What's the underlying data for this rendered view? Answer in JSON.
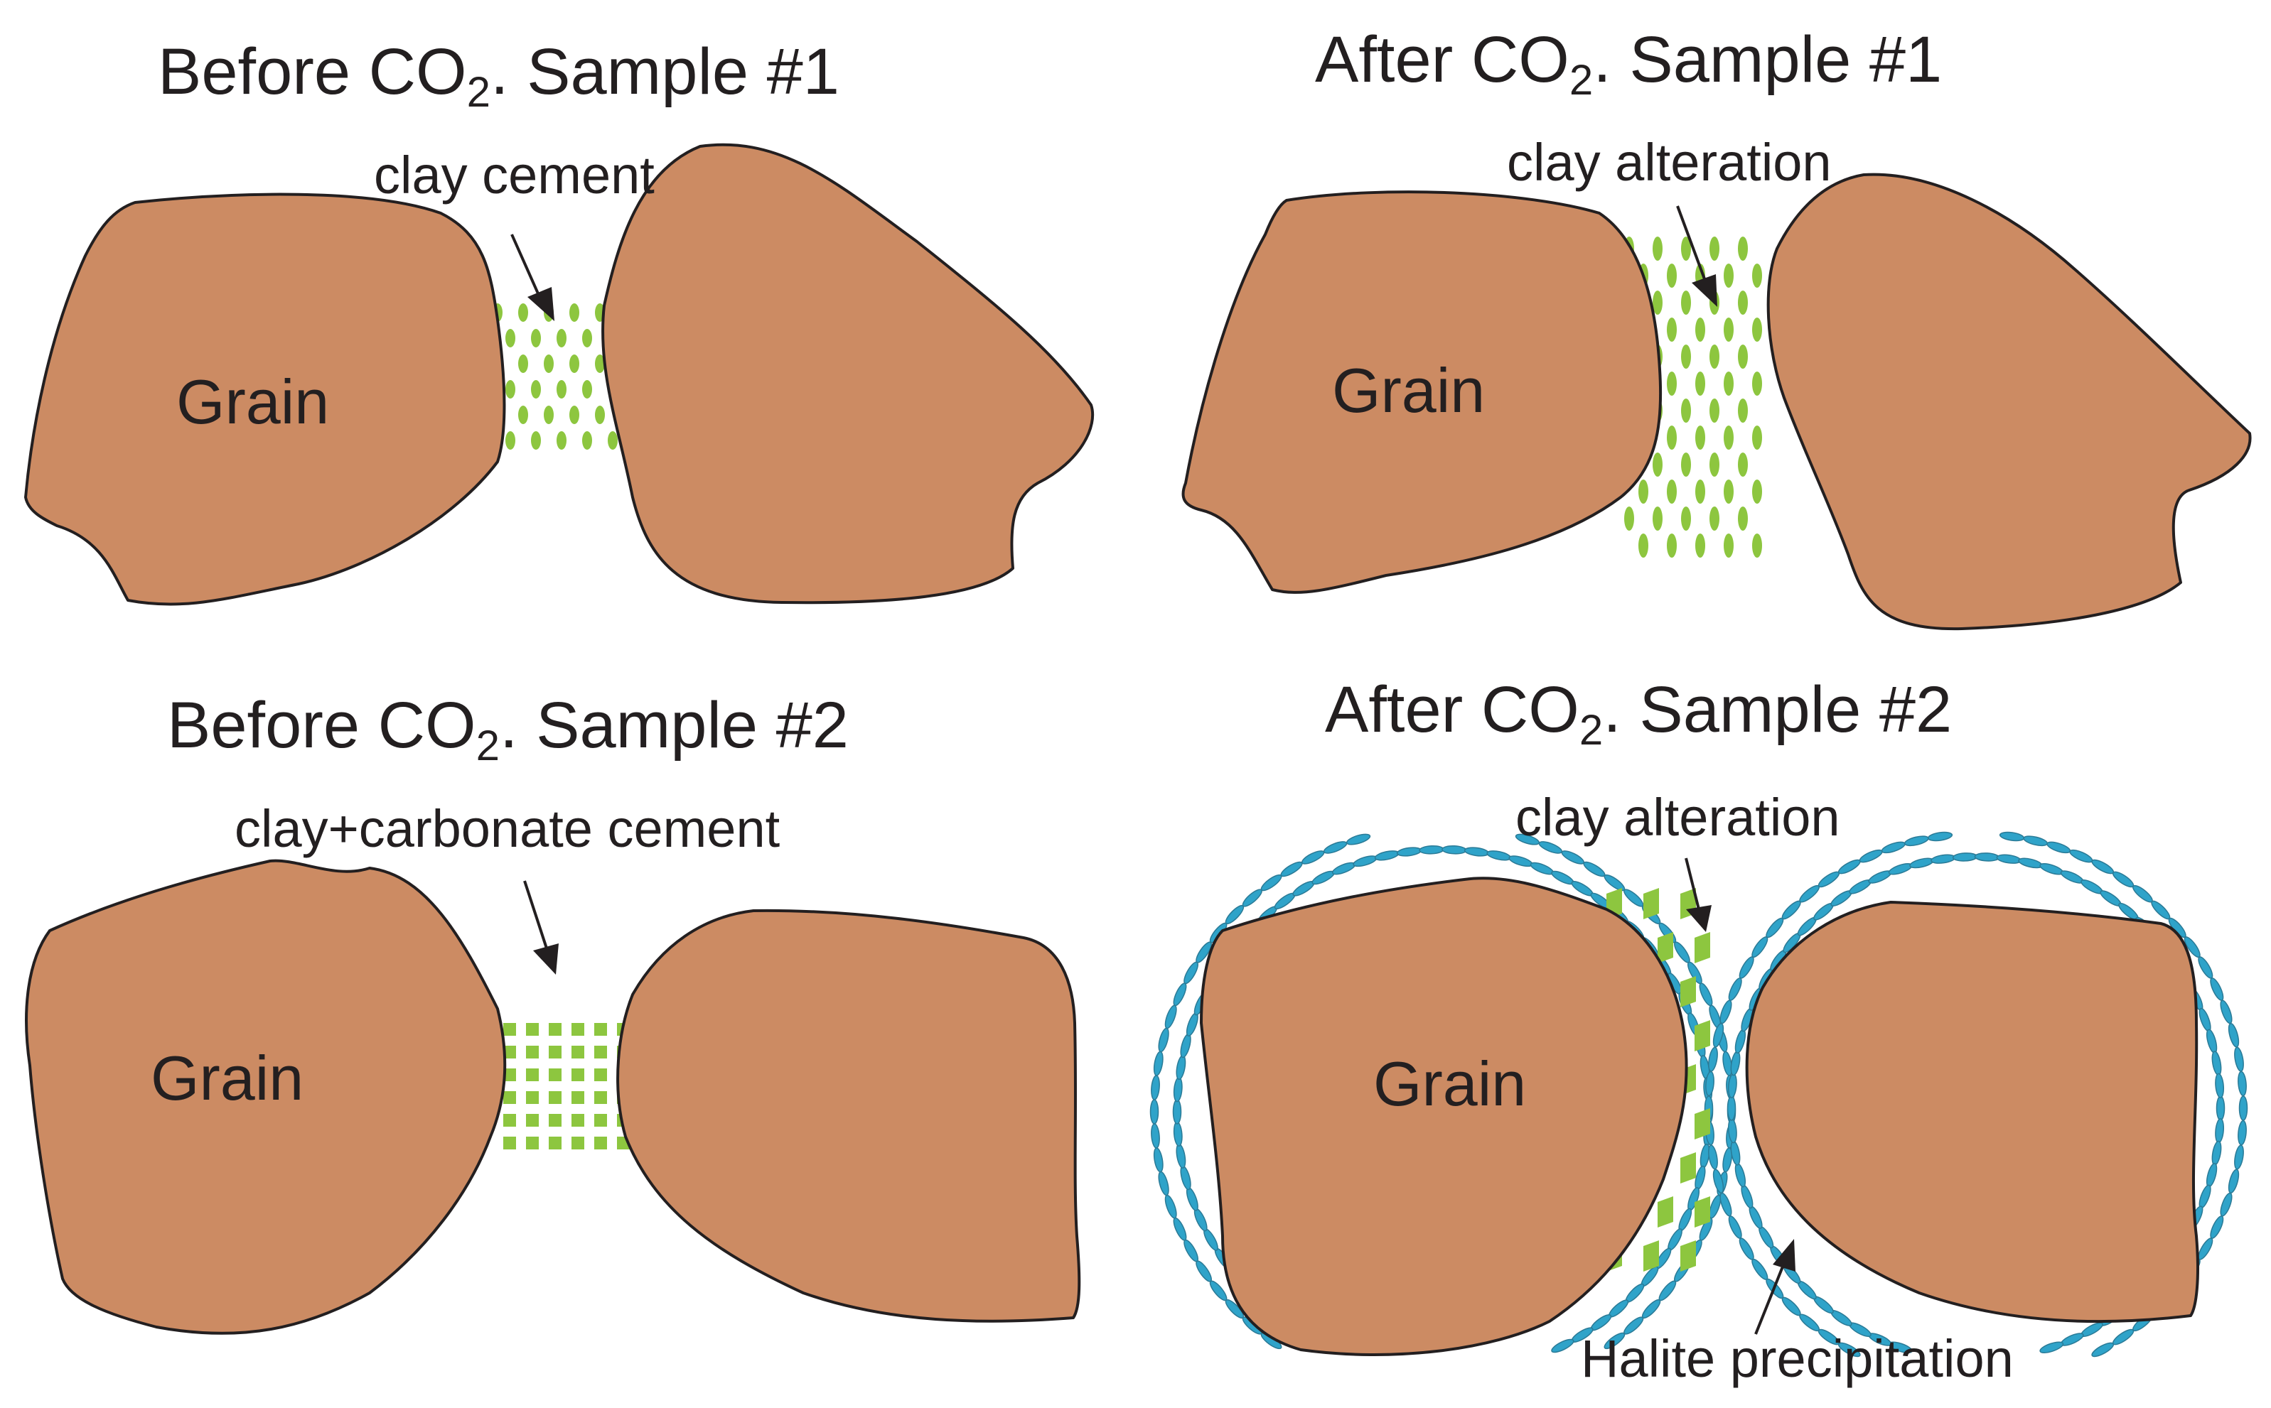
{
  "colors": {
    "grain": "#cc8b63",
    "outline": "#231f20",
    "clay": "#8dc63f",
    "halite": "#2fa3c9"
  },
  "panels": [
    {
      "title_main": "Before CO",
      "title_sub": "2",
      "title_rest": ". Sample #1",
      "annotation": "clay cement",
      "grain_label": "Grain",
      "cement": "clay-ovals"
    },
    {
      "title_main": "After CO",
      "title_sub": "2",
      "title_rest": ". Sample #1",
      "annotation": "clay alteration",
      "grain_label": "Grain",
      "cement": "clay-ovals-expanded"
    },
    {
      "title_main": "Before CO",
      "title_sub": "2",
      "title_rest": ". Sample #2",
      "annotation": "clay+carbonate cement",
      "grain_label": "Grain",
      "cement": "clay-carbonate-squares"
    },
    {
      "title_main": "After CO",
      "title_sub": "2",
      "title_rest": ". Sample #2",
      "annotation": "clay alteration",
      "annotation2": "Halite precipitation",
      "grain_label": "Grain",
      "cement": "clay-parallelograms-halite-rims"
    }
  ]
}
